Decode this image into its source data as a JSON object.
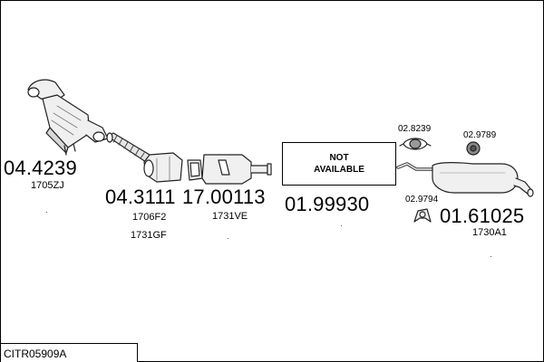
{
  "diagram": {
    "reference": "CITR05909A",
    "not_available": {
      "line1": "NOT",
      "line2": "AVAILABLE"
    },
    "parts": [
      {
        "number": "04.4239",
        "code": "1705ZJ"
      },
      {
        "number": "04.3111",
        "code": "1706F2",
        "code2": "1731GF"
      },
      {
        "number": "17.00113",
        "code": "1731VE"
      },
      {
        "number": "01.99930"
      },
      {
        "number": "01.61025",
        "code": "1730A1"
      }
    ],
    "small_parts": [
      "02.8239",
      "02.9789",
      "02.9794"
    ]
  }
}
